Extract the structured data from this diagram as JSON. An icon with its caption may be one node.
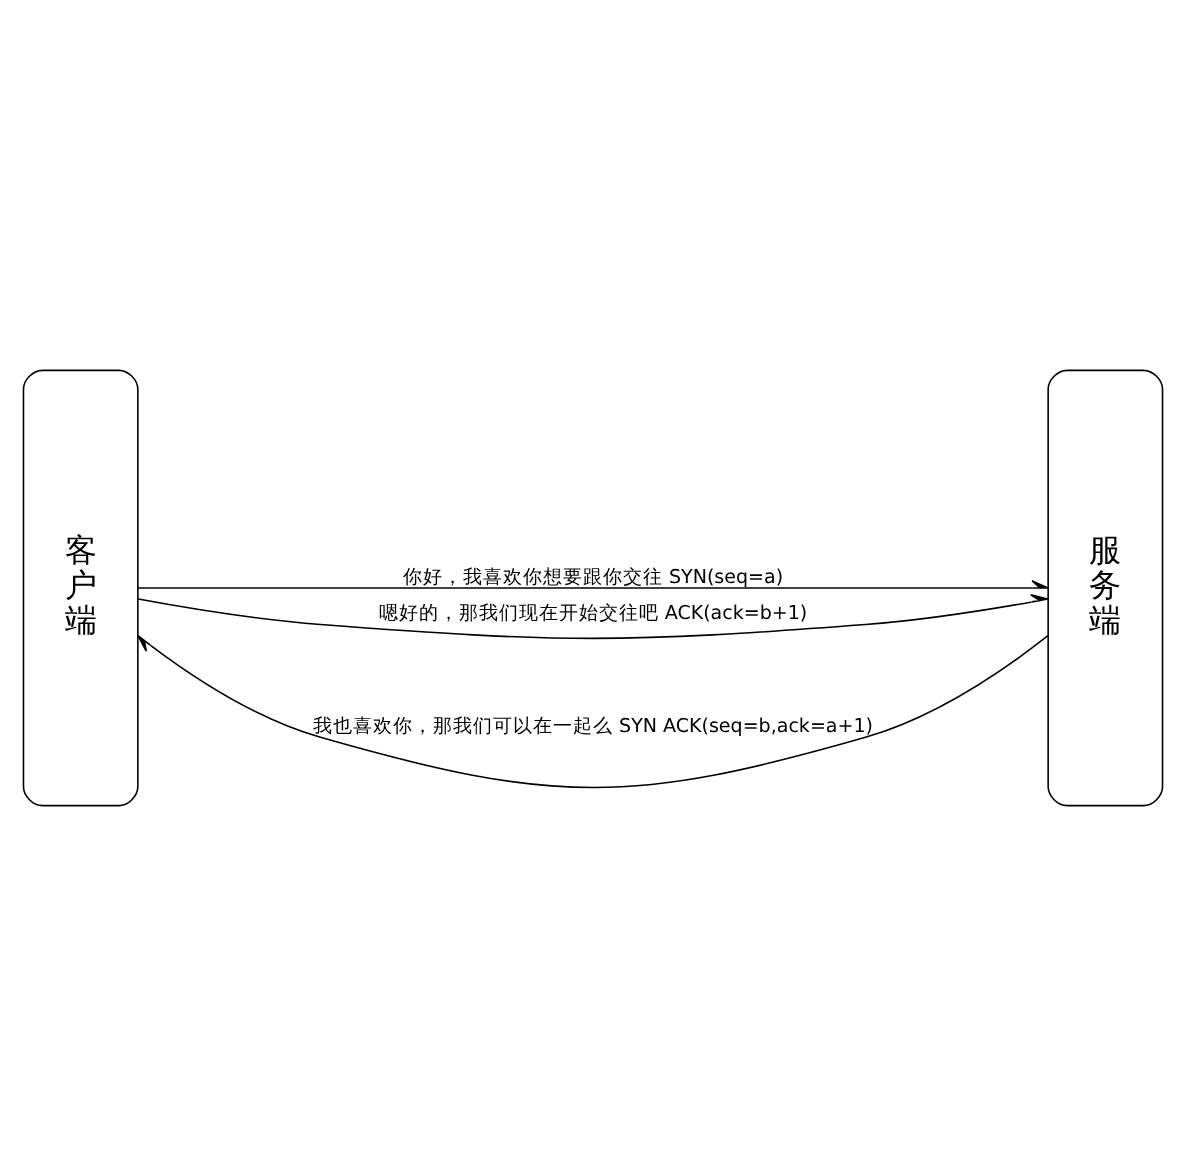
{
  "diagram": {
    "nodes": [
      {
        "text": [
          "客户端"
        ]
      },
      {
        "text": [
          "服务端"
        ]
      }
    ],
    "edges": [
      {
        "from": 0,
        "to": 1,
        "arrow": "to",
        "label": "你好，我喜欢你想要跟你交往 SYN(seq=a)"
      },
      {
        "from": 1,
        "to": 0,
        "arrow": "to",
        "label": "我也喜欢你，那我们可以在一起么 SYN ACK(seq=b,ack=a+1)"
      },
      {
        "from": 0,
        "to": 1,
        "arrow": "to",
        "label": "嗯好的，那我们现在开始交往吧 ACK(ack=b+1)"
      }
    ]
  }
}
